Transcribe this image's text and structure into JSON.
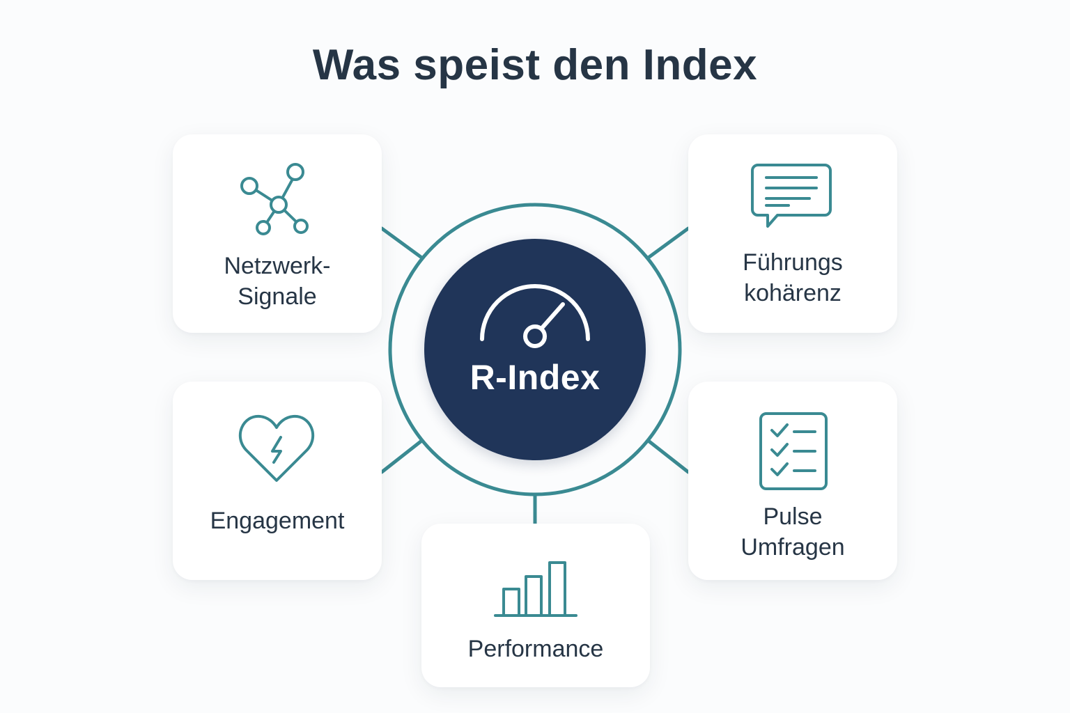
{
  "title": "Was speist den Index",
  "hub": {
    "label": "R-Index",
    "icon": "gauge-icon"
  },
  "cards": {
    "network": {
      "label": "Netzwerk-\nSignale",
      "icon": "network-icon"
    },
    "leadership": {
      "label": "Führungs\nkohärenz",
      "icon": "chat-message-icon"
    },
    "engagement": {
      "label": "Engagement",
      "icon": "heart-lightning-icon"
    },
    "pulse": {
      "label": "Pulse\nUmfragen",
      "icon": "checklist-icon"
    },
    "performance": {
      "label": "Performance",
      "icon": "bar-chart-icon"
    }
  },
  "colors": {
    "background": "#fbfcfd",
    "hub": "#203559",
    "accent": "#3a8a92",
    "text": "#263545",
    "card": "#ffffff"
  }
}
